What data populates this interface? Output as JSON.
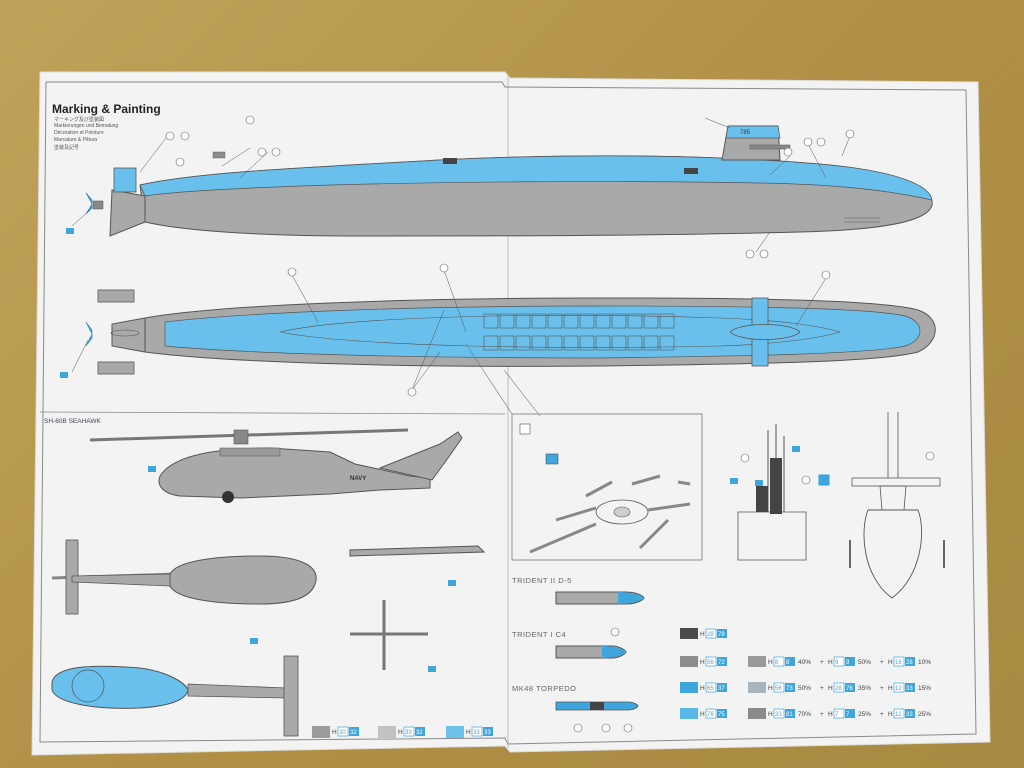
{
  "sheet": {
    "title": "Marking & Painting",
    "subtitles": [
      "マーキング及び塗装図",
      "Markierungen und Bemalung",
      "Décoration et Peinture",
      "Marcature & Pittura",
      "塗装及記号"
    ],
    "helicopter_label": "SH-60B SEAHAWK",
    "missile_labels": [
      "TRIDENT II D-5",
      "TRIDENT I C4",
      "MK48 TORPEDO"
    ],
    "hull_number": "785",
    "navy_text": "NAVY"
  },
  "paint_swatches": {
    "single": [
      {
        "color": "#4a4a4a",
        "code": "H",
        "num": "28",
        "mix": "78"
      },
      {
        "color": "#8c8c8c",
        "code": "H",
        "num": "56",
        "mix": "72"
      },
      {
        "color": "#3ea6dc",
        "code": "H",
        "num": "65",
        "mix": "37"
      },
      {
        "color": "#58b7e6",
        "code": "H",
        "num": "76",
        "mix": "75"
      }
    ],
    "mixes": [
      {
        "color": "#9a9a9a",
        "parts": [
          {
            "code": "H",
            "num": "8",
            "mix": "8",
            "pct": "40%"
          },
          {
            "code": "H",
            "num": "9",
            "mix": "9",
            "pct": "50%"
          },
          {
            "code": "H",
            "num": "16",
            "mix": "28",
            "pct": "10%"
          }
        ]
      },
      {
        "color": "#a8b4bc",
        "parts": [
          {
            "code": "H",
            "num": "56",
            "mix": "73",
            "pct": "50%"
          },
          {
            "code": "H",
            "num": "28",
            "mix": "76",
            "pct": "35%"
          },
          {
            "code": "H",
            "num": "12",
            "mix": "33",
            "pct": "15%"
          }
        ]
      },
      {
        "color": "#8a8a8a",
        "parts": [
          {
            "code": "H",
            "num": "33",
            "mix": "81",
            "pct": "70%"
          },
          {
            "code": "H",
            "num": "7",
            "mix": "7",
            "pct": "25%"
          },
          {
            "code": "H",
            "num": "12",
            "mix": "33",
            "pct": "25%"
          }
        ]
      }
    ],
    "bottom": [
      {
        "color": "#9b9b9b",
        "code": "H",
        "num": "30",
        "mix": "32"
      },
      {
        "color": "#c2c2c2",
        "code": "H",
        "num": "33",
        "mix": "32"
      },
      {
        "color": "#6dc2ea",
        "code": "H",
        "num": "33",
        "mix": "33"
      }
    ]
  },
  "colors": {
    "paper": "#f4f4f4",
    "hull_gray": "#a9a9a9",
    "deck_blue": "#6ac0ec",
    "line": "#555555"
  }
}
